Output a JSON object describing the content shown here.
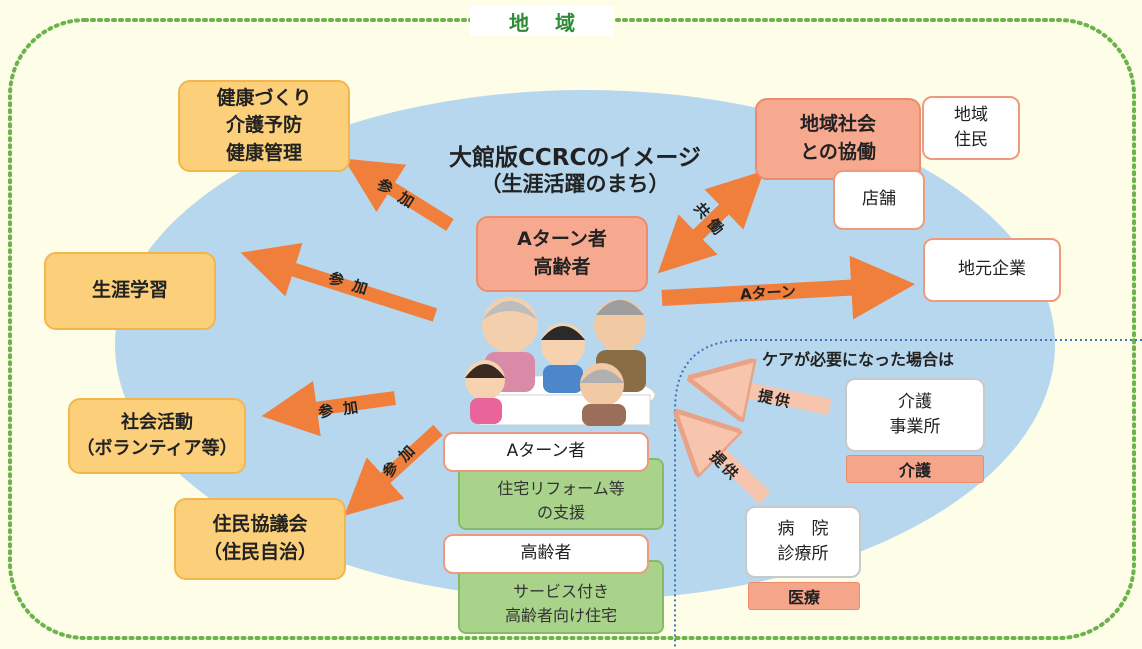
{
  "region": {
    "label": "地域"
  },
  "center": {
    "title": "大館版CCRCのイメージ",
    "subtitle": "（生涯活躍のまち）",
    "actors": "Aターン者\n高齢者"
  },
  "activities": [
    {
      "id": "health",
      "text": "健康づくり\n介護予防\n健康管理"
    },
    {
      "id": "learning",
      "text": "生涯学習"
    },
    {
      "id": "social",
      "text": "社会活動\n（ボランティア等）"
    },
    {
      "id": "council",
      "text": "住民協議会\n（住民自治）"
    }
  ],
  "arrow_labels": {
    "join": "参加",
    "cowork": "共働",
    "aturn": "Aターン",
    "provide": "提供"
  },
  "community": {
    "collab": "地域社会\nとの協働",
    "residents": "地域\n住民",
    "shops": "店舗",
    "companies": "地元企業"
  },
  "support": {
    "aturn_label": "Aターン者",
    "aturn_desc": "住宅リフォーム等\nの支援",
    "elderly_label": "高齢者",
    "elderly_desc": "サービス付き\n高齢者向け住宅"
  },
  "care": {
    "title": "ケアが必要になった場合は",
    "office": "介護\n事業所",
    "office_tag": "介護",
    "hospital": "病　院\n診療所",
    "hospital_tag": "医療"
  },
  "colors": {
    "region_border": "#6bb34a",
    "ellipse": "#b7d7ee",
    "arrow": "#f07f3c",
    "arrow_light": "#f7c4ad",
    "care_border": "#3b73b9"
  }
}
